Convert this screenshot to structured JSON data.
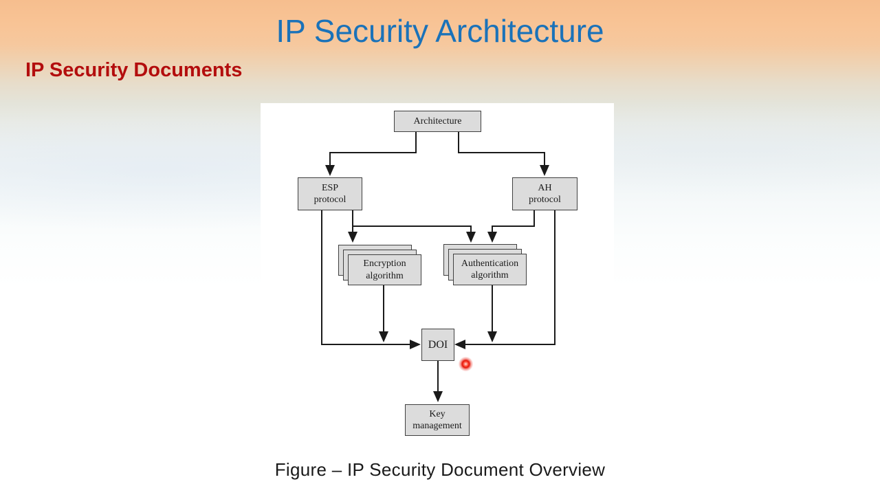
{
  "slide": {
    "title": "IP Security Architecture",
    "heading": "IP Security Documents",
    "caption": "Figure – IP Security Document Overview"
  },
  "diagram": {
    "nodes": {
      "architecture": {
        "label": "Architecture"
      },
      "esp_protocol": {
        "label": "ESP\nprotocol"
      },
      "ah_protocol": {
        "label": "AH\nprotocol"
      },
      "encryption_algorithm": {
        "label": "Encryption\nalgorithm",
        "stacked": true
      },
      "authentication_algorithm": {
        "label": "Authentication\nalgorithm",
        "stacked": true
      },
      "doi": {
        "label": "DOI"
      },
      "key_management": {
        "label": "Key\nmanagement"
      }
    },
    "edges": [
      {
        "from": "architecture",
        "to": "esp_protocol"
      },
      {
        "from": "architecture",
        "to": "ah_protocol"
      },
      {
        "from": "esp_protocol",
        "to": "encryption_algorithm"
      },
      {
        "from": "esp_protocol",
        "to": "authentication_algorithm"
      },
      {
        "from": "esp_protocol",
        "to": "doi"
      },
      {
        "from": "ah_protocol",
        "to": "authentication_algorithm"
      },
      {
        "from": "ah_protocol",
        "to": "doi"
      },
      {
        "from": "encryption_algorithm",
        "to": "doi"
      },
      {
        "from": "authentication_algorithm",
        "to": "doi"
      },
      {
        "from": "doi",
        "to": "key_management"
      }
    ]
  },
  "colors": {
    "title_blue": "#1a72b9",
    "heading_red": "#b30d0d",
    "caption_black": "#1a1a1a",
    "box_fill": "#dcdcdc",
    "box_border": "#3f3f3f",
    "line_black": "#1a1a1a",
    "panel_white": "#ffffff",
    "laser_red": "#e61306"
  }
}
